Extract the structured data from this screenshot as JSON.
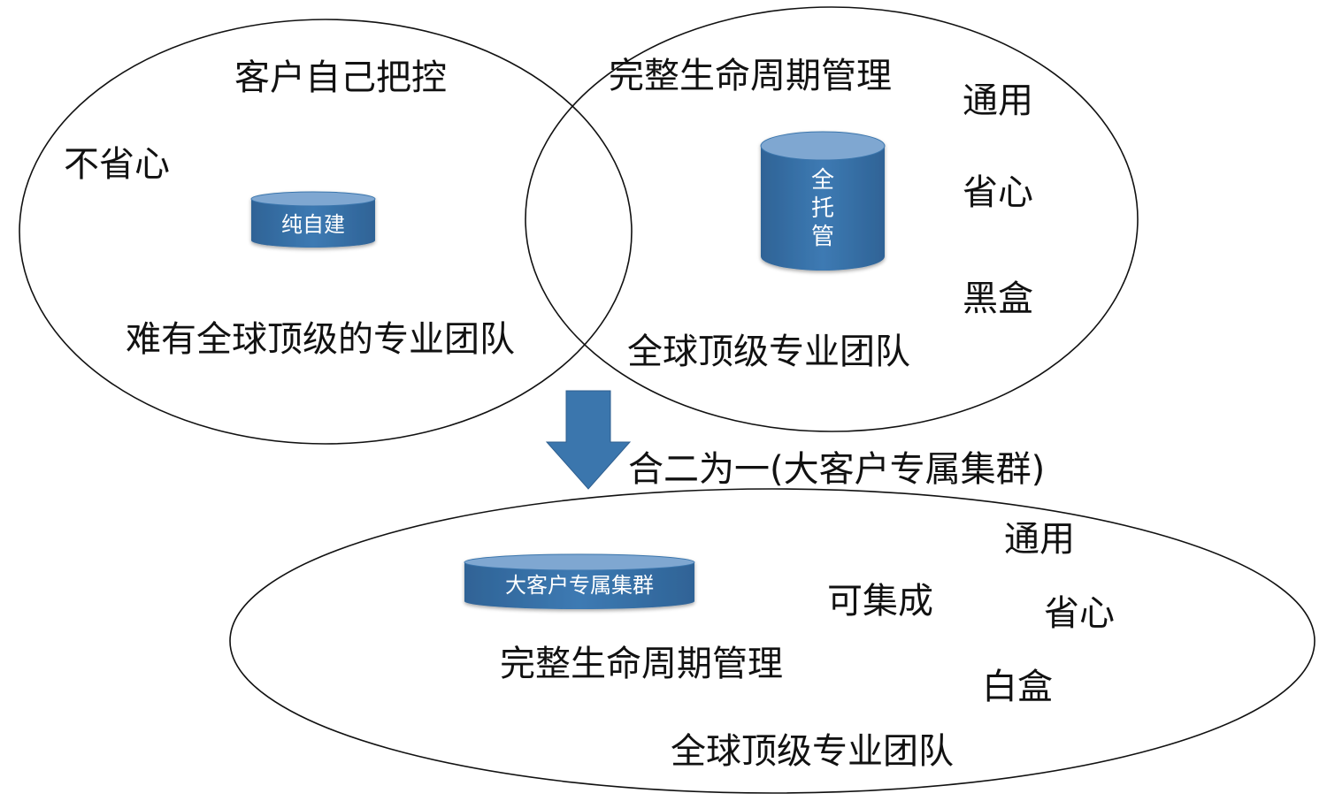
{
  "colors": {
    "cylinder_body": "#3b76ad",
    "cylinder_top": "#7fa7d1",
    "cylinder_edge": "#2f5f8f",
    "arrow": "#3b76ad",
    "ellipse_stroke": "#111111",
    "text": "#111111",
    "cylinder_text": "#ffffff"
  },
  "left_set": {
    "cylinder_label": "纯自建",
    "texts": {
      "control": "客户自己把控",
      "not_easy": "不省心",
      "no_team": "难有全球顶级的专业团队"
    }
  },
  "right_set": {
    "cylinder_label": "全托管",
    "texts": {
      "lifecycle": "完整生命周期管理",
      "general": "通用",
      "easy": "省心",
      "blackbox": "黑盒",
      "top_team": "全球顶级专业团队"
    }
  },
  "transition": {
    "arrow_icon": "down-arrow-icon",
    "label": "合二为一(大客户专属集群)"
  },
  "bottom_set": {
    "cylinder_label": "大客户专属集群",
    "texts": {
      "general": "通用",
      "integrable": "可集成",
      "easy": "省心",
      "lifecycle": "完整生命周期管理",
      "whitebox": "白盒",
      "top_team": "全球顶级专业团队"
    }
  }
}
